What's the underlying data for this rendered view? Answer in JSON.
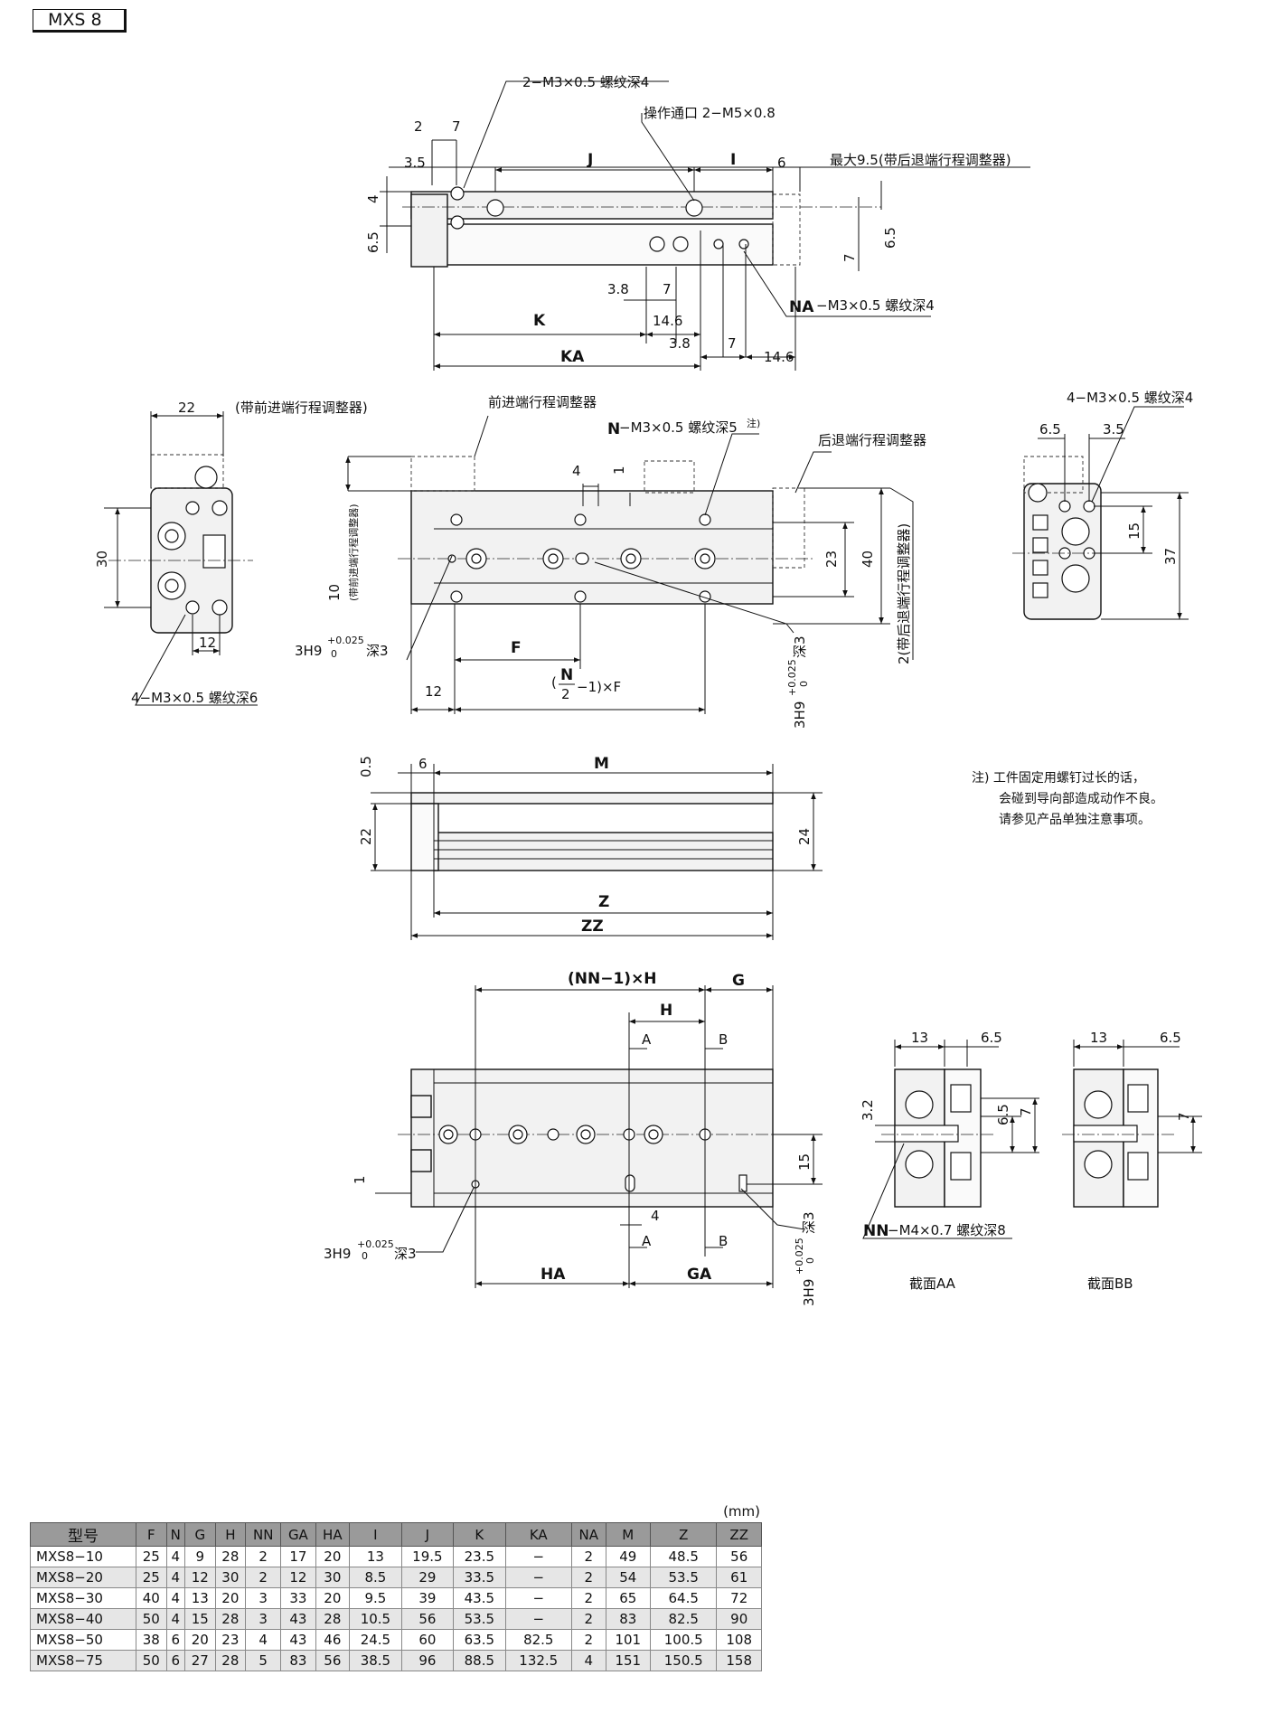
{
  "model_tag": "MXS 8",
  "labels": {
    "top_tap": "2−M3×0.5 螺纹深4",
    "top_port": "操作通口 2−M5×0.8",
    "top_max": "最大9.5(带后退端行程调整器)",
    "top_na": "−M3×0.5 螺纹深4",
    "na": "NA",
    "d2": "2",
    "d7": "7",
    "d35": "3.5",
    "d4": "4",
    "d65": "6.5",
    "dJ": "J",
    "dI": "I",
    "d6": "6",
    "d38": "3.8",
    "d146": "14.6",
    "dK": "K",
    "dKA": "KA",
    "side22": "22",
    "side_adj_front": "(带前进端行程调整器)",
    "front_adj": "前进端行程调整器",
    "n_tap": "−M3×0.5 螺纹深5",
    "n": "N",
    "note_mark": "注)",
    "rear_adj": "后退端行程调整器",
    "d30": "30",
    "d12": "12",
    "side_tap": "4−M3×0.5 螺纹深6",
    "d10": "10",
    "d10_note": "(带前进端行程调整器)",
    "hole3h9": "3H9",
    "tol_up": "+0.025",
    "tol_low": "0",
    "depth3": "深3",
    "dF": "F",
    "nf_formula_a": "(",
    "nf_formula_b": "−1)×F",
    "two": "2",
    "d23": "23",
    "d40": "40",
    "d2_note": "2(带后退端行程调整器)",
    "d1": "1",
    "end_tap": "4−M3×0.5 螺纹深4",
    "d15": "15",
    "d37": "37",
    "d05": "0.5",
    "dM": "M",
    "d22": "22",
    "d24": "24",
    "dZ": "Z",
    "dZZ": "ZZ",
    "nn_h": "(NN−1)×H",
    "nn": "NN",
    "dH": "H",
    "dG": "G",
    "dA": "A",
    "dB": "B",
    "dHA": "HA",
    "dGA": "GA",
    "d13": "13",
    "d32": "3.2",
    "nn_tap": "−M4×0.7 螺纹深8",
    "section_aa": "截面AA",
    "section_bb": "截面BB"
  },
  "note": {
    "line1": "注) 工件固定用螺钉过长的话，",
    "line2": "会碰到导向部造成动作不良。",
    "line3": "请参见产品单独注意事项。"
  },
  "table": {
    "unit": "(mm)",
    "headers": [
      "型号",
      "F",
      "N",
      "G",
      "H",
      "NN",
      "GA",
      "HA",
      "I",
      "J",
      "K",
      "KA",
      "NA",
      "M",
      "Z",
      "ZZ"
    ],
    "rows": [
      [
        "MXS8−10",
        "25",
        "4",
        "9",
        "28",
        "2",
        "17",
        "20",
        "13",
        "19.5",
        "23.5",
        "−",
        "2",
        "49",
        "48.5",
        "56"
      ],
      [
        "MXS8−20",
        "25",
        "4",
        "12",
        "30",
        "2",
        "12",
        "30",
        "8.5",
        "29",
        "33.5",
        "−",
        "2",
        "54",
        "53.5",
        "61"
      ],
      [
        "MXS8−30",
        "40",
        "4",
        "13",
        "20",
        "3",
        "33",
        "20",
        "9.5",
        "39",
        "43.5",
        "−",
        "2",
        "65",
        "64.5",
        "72"
      ],
      [
        "MXS8−40",
        "50",
        "4",
        "15",
        "28",
        "3",
        "43",
        "28",
        "10.5",
        "56",
        "53.5",
        "−",
        "2",
        "83",
        "82.5",
        "90"
      ],
      [
        "MXS8−50",
        "38",
        "6",
        "20",
        "23",
        "4",
        "43",
        "46",
        "24.5",
        "60",
        "63.5",
        "82.5",
        "2",
        "101",
        "100.5",
        "108"
      ],
      [
        "MXS8−75",
        "50",
        "6",
        "27",
        "28",
        "5",
        "83",
        "56",
        "38.5",
        "96",
        "88.5",
        "132.5",
        "4",
        "151",
        "150.5",
        "158"
      ]
    ]
  }
}
